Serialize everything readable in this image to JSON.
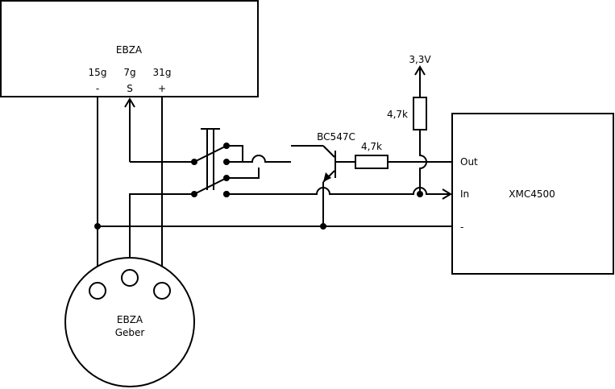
{
  "ebza_box": {
    "title": "EBZA",
    "pins": [
      {
        "name": "15g",
        "symbol": "-"
      },
      {
        "name": "7g",
        "symbol": "S"
      },
      {
        "name": "31g",
        "symbol": "+"
      }
    ]
  },
  "transistor": {
    "label": "BC547C"
  },
  "resistors": {
    "base": "4,7k",
    "pullup": "4,7k"
  },
  "supply": {
    "label": "3,3V"
  },
  "mcu": {
    "title": "XMC4500",
    "pins": {
      "out": "Out",
      "in": "In",
      "gnd": "-"
    }
  },
  "connector": {
    "line1": "EBZA",
    "line2": "Geber"
  }
}
